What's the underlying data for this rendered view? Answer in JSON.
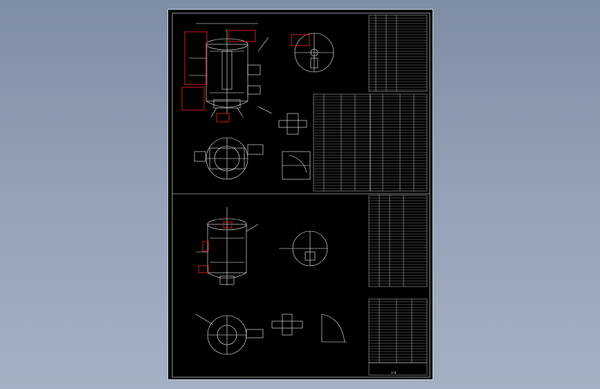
{
  "canvas": {
    "background": "#8fa0b6",
    "sheet_bg": "#000000",
    "line": "#ffffff",
    "highlight": "#d21a1a"
  },
  "top_sheet": {
    "title_block": ""
  },
  "bottom_sheet": {
    "scale_note": "1:8"
  },
  "icons": [
    "vessel-section-view",
    "top-plan-view",
    "flange-detail",
    "nozzle-detail",
    "title-block-table"
  ]
}
